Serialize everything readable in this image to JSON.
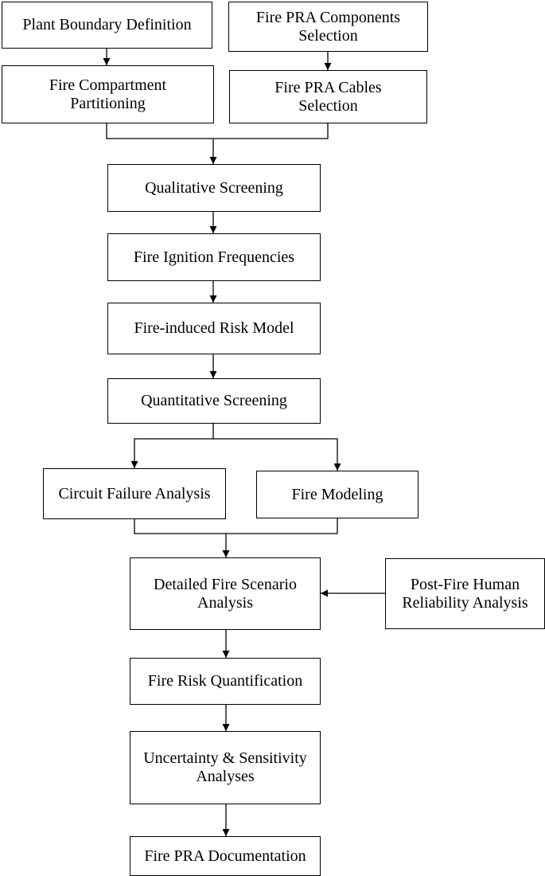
{
  "flowchart": {
    "plant_boundary": "Plant Boundary Definition",
    "fire_pra_components": [
      "Fire PRA Components",
      "Selection"
    ],
    "fire_compartment": [
      "Fire Compartment",
      "Partitioning"
    ],
    "fire_pra_cables": [
      "Fire PRA Cables",
      "Selection"
    ],
    "qualitative_screening": "Qualitative Screening",
    "fire_ignition_frequencies": "Fire Ignition Frequencies",
    "fire_induced_risk_model": "Fire-induced Risk Model",
    "quantitative_screening": "Quantitative Screening",
    "circuit_failure_analysis": "Circuit Failure Analysis",
    "fire_modeling": "Fire Modeling",
    "detailed_fire_scenario": [
      "Detailed Fire Scenario",
      "Analysis"
    ],
    "post_fire_hra": [
      "Post-Fire Human",
      "Reliability Analysis"
    ],
    "fire_risk_quantification": "Fire Risk Quantification",
    "uncertainty_sensitivity": [
      "Uncertainty & Sensitivity",
      "Analyses"
    ],
    "fire_pra_documentation": "Fire PRA Documentation"
  }
}
